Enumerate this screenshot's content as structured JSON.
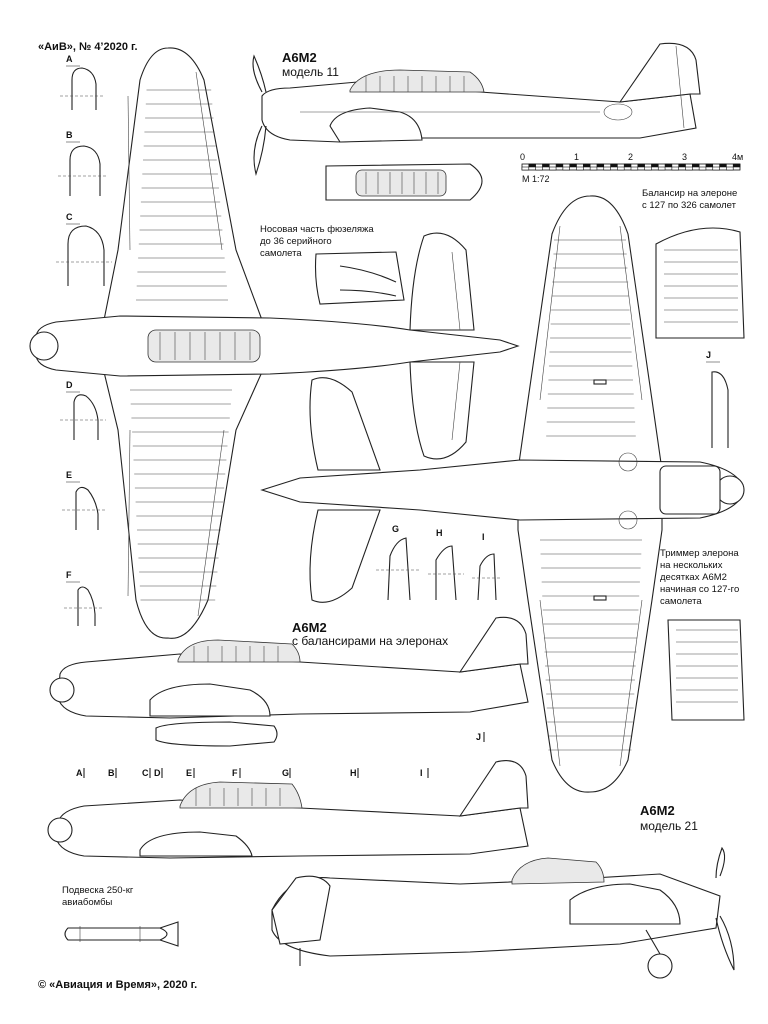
{
  "publication": "«АиВ», № 4’2020 г.",
  "copyright": "© «Авиация и Время», 2020 г.",
  "views": {
    "m11": {
      "title": "A6M2",
      "subtitle": "модель 11"
    },
    "balance": {
      "title": "A6M2",
      "subtitle": "с балансирами на элеронах"
    },
    "m21": {
      "title": "A6M2",
      "subtitle": "модель 21"
    }
  },
  "scale": {
    "ticks": [
      "0",
      "1",
      "2",
      "3",
      "4м"
    ],
    "label": "М 1:72"
  },
  "notes": {
    "nose": [
      "Носовая часть фюзеляжа",
      "до 36 серийного",
      "самолета"
    ],
    "balancer": [
      "Балансир на элероне",
      "с 127 по 326 самолет"
    ],
    "trim": [
      "Триммер элерона",
      "на нескольких",
      "десятках A6M2",
      "начиная со 127-го",
      "самолета"
    ],
    "bomb": [
      "Подвеска 250-кг",
      "авиабомбы"
    ]
  },
  "section_labels": {
    "left": [
      "A",
      "B",
      "C",
      "D",
      "E",
      "F"
    ],
    "middle": [
      "G",
      "H",
      "I"
    ],
    "side": [
      "J"
    ],
    "stations": [
      "A",
      "B",
      "C",
      "D",
      "E",
      "F",
      "G",
      "H",
      "I",
      "J"
    ]
  }
}
